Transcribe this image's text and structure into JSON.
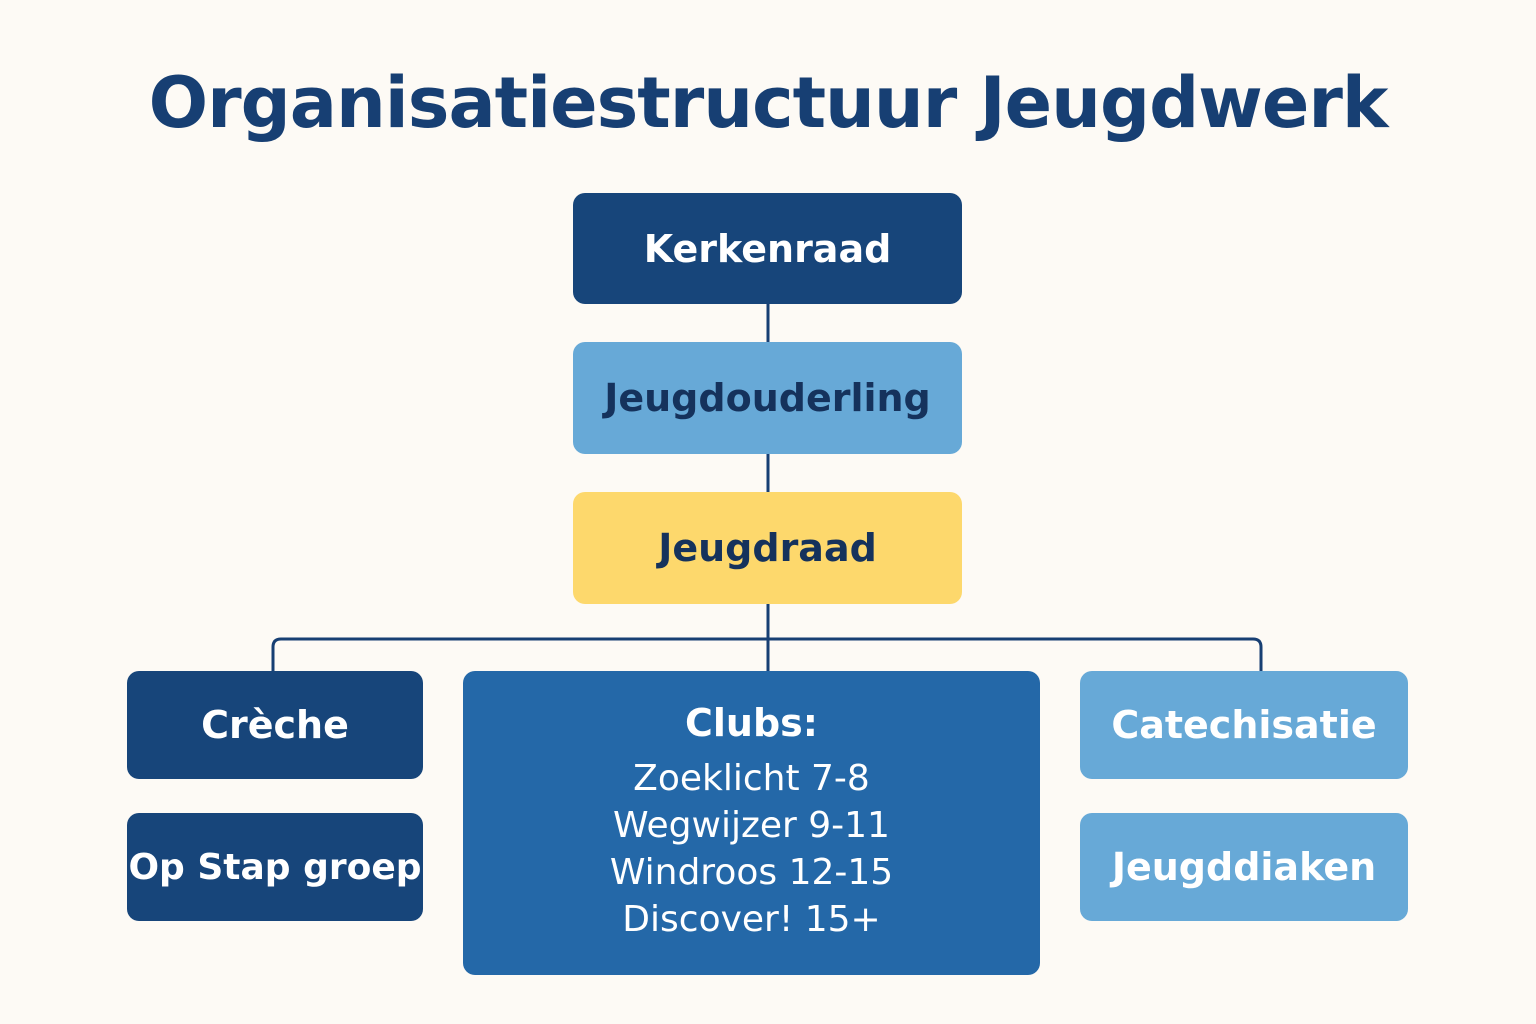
{
  "title": "Organisatiestructuur Jeugdwerk",
  "colors": {
    "background": "#fdfaf5",
    "navy": "#17457a",
    "light_blue": "#67a9d7",
    "yellow": "#fdd86c",
    "mid_blue": "#2468a8",
    "connector": "#173f73"
  },
  "nodes": {
    "kerkenraad": "Kerkenraad",
    "jeugdouderling": "Jeugdouderling",
    "jeugdraad": "Jeugdraad",
    "creche": "Crèche",
    "op_stap": "Op Stap groep",
    "clubs": {
      "title": "Clubs:",
      "items": [
        "Zoeklicht 7-8",
        "Wegwijzer 9-11",
        "Windroos 12-15",
        "Discover! 15+"
      ]
    },
    "catechisatie": "Catechisatie",
    "jeugddiaken": "Jeugddiaken"
  }
}
